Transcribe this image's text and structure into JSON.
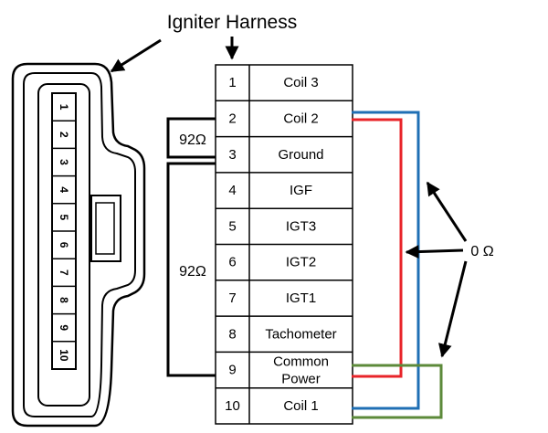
{
  "title": "Igniter Harness",
  "connector": {
    "pins": [
      "1",
      "2",
      "3",
      "4",
      "5",
      "6",
      "7",
      "8",
      "9",
      "10"
    ]
  },
  "table": {
    "rows": [
      {
        "pin": "1",
        "label": "Coil 3"
      },
      {
        "pin": "2",
        "label": "Coil 2"
      },
      {
        "pin": "3",
        "label": "Ground"
      },
      {
        "pin": "4",
        "label": "IGF"
      },
      {
        "pin": "5",
        "label": "IGT3"
      },
      {
        "pin": "6",
        "label": "IGT2"
      },
      {
        "pin": "7",
        "label": "IGT1"
      },
      {
        "pin": "8",
        "label": "Tachometer"
      },
      {
        "pin": "9",
        "label": "Common",
        "label2": "Power"
      },
      {
        "pin": "10",
        "label": "Coil 1"
      }
    ]
  },
  "resistances": {
    "upper": "92Ω",
    "lower": "92Ω",
    "jumpers": "0 Ω"
  },
  "colors": {
    "blue_wire": "#1f6fb4",
    "red_wire": "#e8242a",
    "green_wire": "#5c8a3a",
    "outline": "#000000"
  }
}
